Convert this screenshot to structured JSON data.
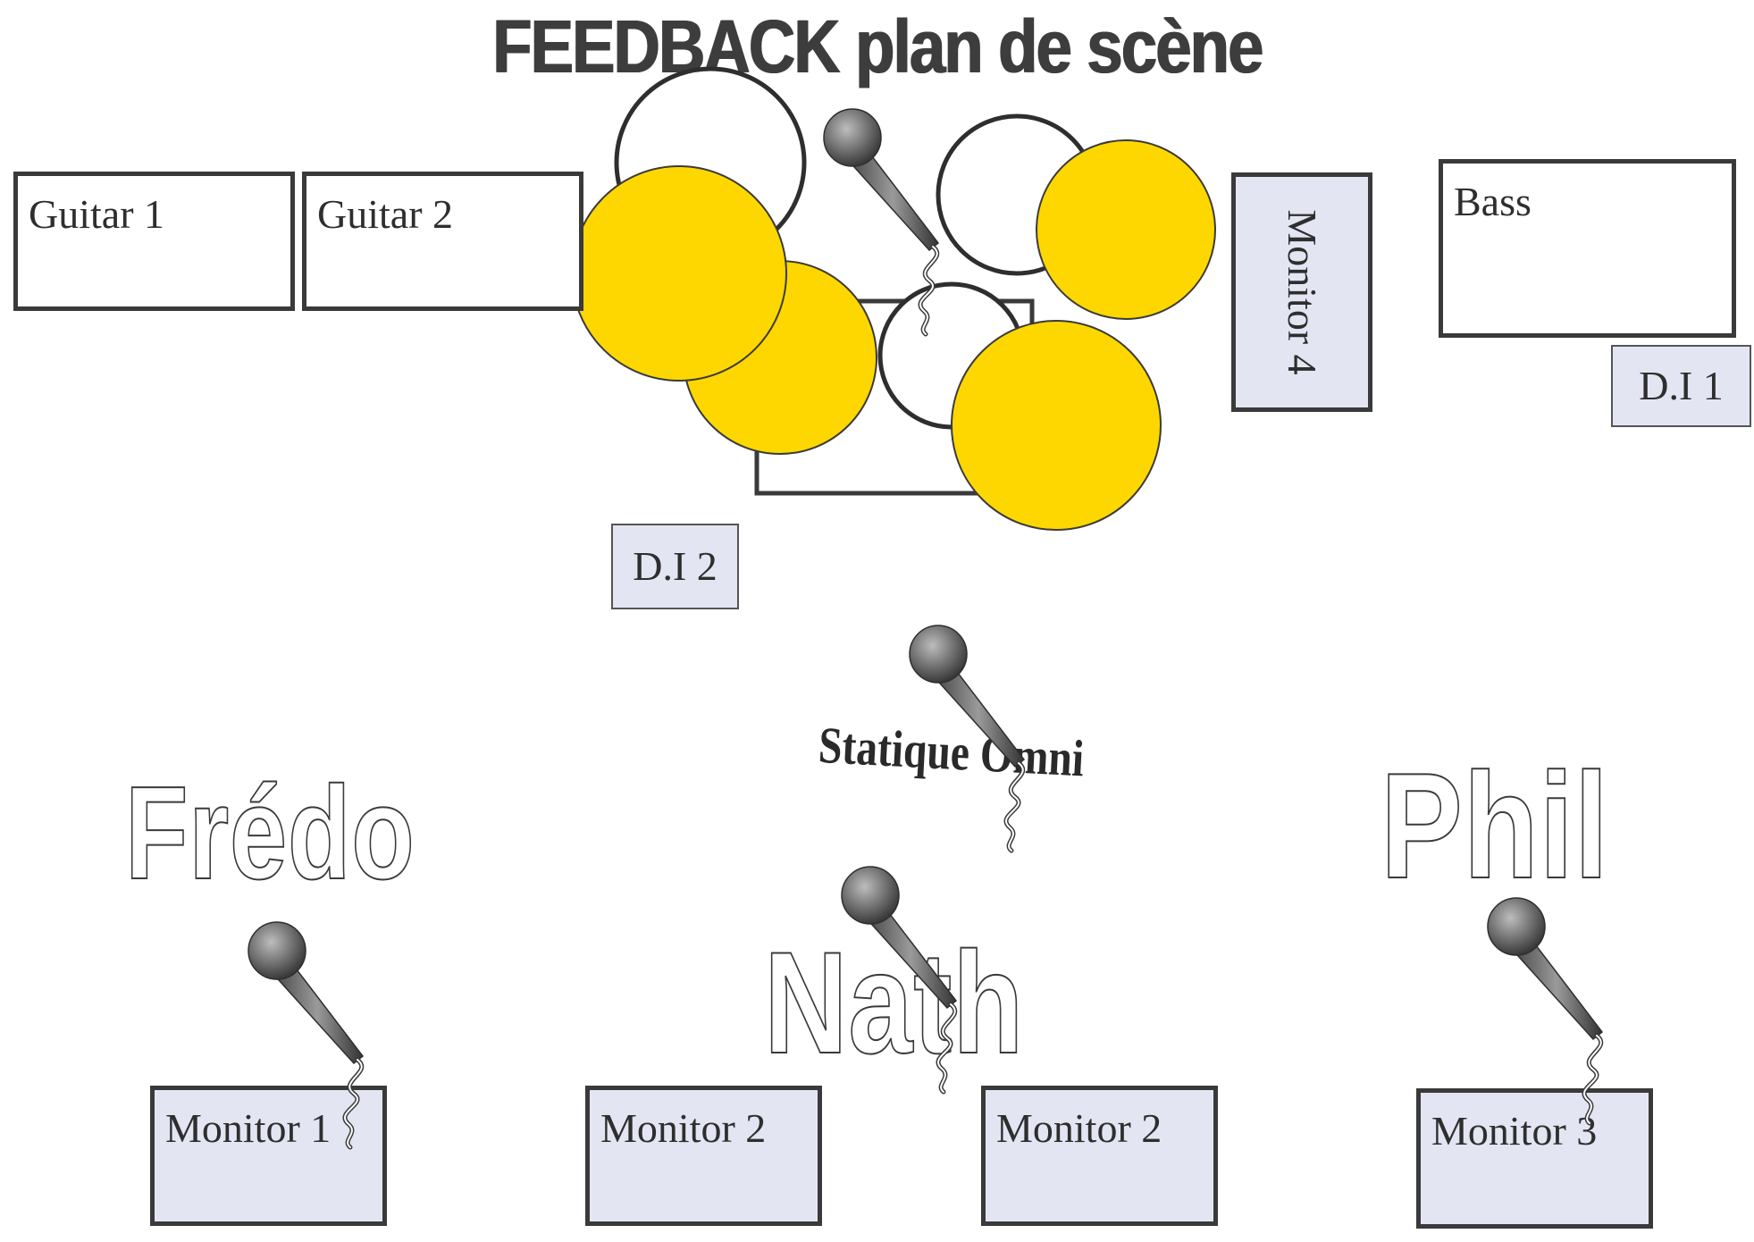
{
  "title": "FEEDBACK plan de scène",
  "colors": {
    "cymbal_fill": "#ffd700",
    "monitor_fill": "#e3e6f2",
    "outline": "#3a3a3a"
  },
  "amps": {
    "guitar1": "Guitar 1",
    "guitar2": "Guitar 2",
    "bass": "Bass"
  },
  "direct_inputs": {
    "di1": "D.I 1",
    "di2": "D.I 2"
  },
  "monitors": {
    "m1": "Monitor 1",
    "m2a": "Monitor 2",
    "m2b": "Monitor 2",
    "m3": "Monitor 3",
    "m4": "Monitor 4"
  },
  "musicians": {
    "fredo": "Frédo",
    "nath": "Nath",
    "phil": "Phil"
  },
  "static_mic": "Statique Omni",
  "icons": [
    "microphone-icon",
    "drum-kit"
  ]
}
